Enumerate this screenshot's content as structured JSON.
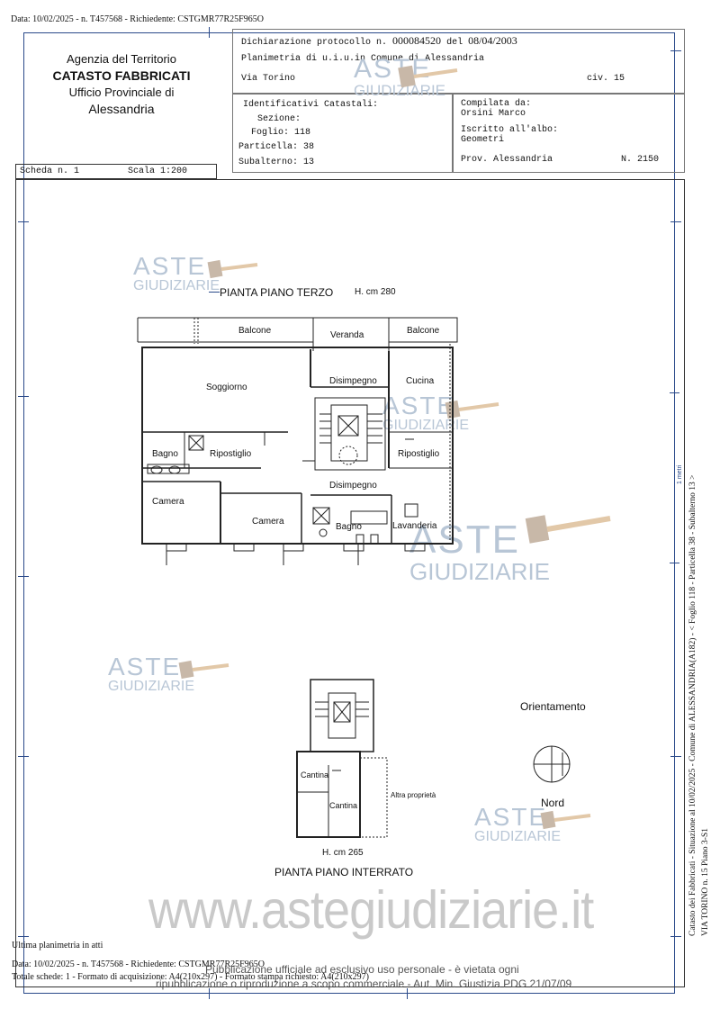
{
  "header": {
    "top_line": "Data: 10/02/2025 - n. T457568 - Richiedente: CSTGMR77R25F965O"
  },
  "agency": {
    "line1": "Agenzia del Territorio",
    "line2": "CATASTO FABBRICATI",
    "line3": "Ufficio Provinciale di",
    "line4": "Alessandria"
  },
  "declaration": {
    "protocol_label": "Dichiarazione protocollo n.",
    "protocol_number": "000084520",
    "date_label": "del",
    "date": "08/04/2003",
    "plan_line": "Planimetria di u.i.u.in Comune di Alessandria",
    "address": "Via Torino",
    "civic": "civ. 15"
  },
  "identifiers": {
    "title": "Identificativi Catastali:",
    "sezione": "Sezione:",
    "foglio": "Foglio: 118",
    "particella": "Particella: 38",
    "subalterno": "Subalterno: 13"
  },
  "compiler": {
    "label": "Compilata da:",
    "name": "Orsini Marco",
    "albo_label": "Iscritto all'albo:",
    "albo": "Geometri",
    "prov": "Prov. Alessandria",
    "number": "N. 2150"
  },
  "sheet": {
    "scheda": "Scheda n. 1",
    "scala": "Scala 1:200"
  },
  "plan_upper": {
    "title": "PIANTA PIANO TERZO",
    "height": "H. cm 280",
    "rooms": {
      "balcone1": "Balcone",
      "veranda": "Veranda",
      "balcone2": "Balcone",
      "soggiorno": "Soggiorno",
      "disimpegno1": "Disimpegno",
      "cucina": "Cucina",
      "bagno1": "Bagno",
      "ripostiglio1": "Ripostiglio",
      "ripostiglio2": "Ripostiglio",
      "disimpegno2": "Disimpegno",
      "camera1": "Camera",
      "camera2": "Camera",
      "bagno2": "Bagno",
      "lavanderia": "Lavanderia"
    }
  },
  "plan_lower": {
    "title": "PIANTA PIANO INTERRATO",
    "height": "H. cm 265",
    "rooms": {
      "cantina1": "Cantina",
      "cantina2": "Cantina",
      "altra": "Altra proprietà"
    }
  },
  "orientation": {
    "title": "Orientamento",
    "north": "Nord"
  },
  "side_text": {
    "line1": "Catasto dei Fabbricati - Situazione al 10/02/2025 - Comune di ALESSANDRIA(A182) - < Foglio 118 - Particella 38 - Subalterno 13 >",
    "line2": "VIA TORINO n. 15 Piano 3-S1",
    "ruler": "1 metri"
  },
  "footer": {
    "last_plan": "Ultima planimetria in atti",
    "line1": "Data: 10/02/2025 - n. T457568 - Richiedente: CSTGMR77R25F965O",
    "line2": "Totale schede: 1 - Formato di acquisizione: A4(210x297) - Formato stampa richiesto: A4(210x297)",
    "notice1": "Pubblicazione ufficiale ad esclusivo uso personale - è vietata ogni",
    "notice2": "ripubblicazione o riproduzione a scopo commerciale - Aut. Min. Giustizia PDG 21/07/09"
  },
  "watermark": {
    "aste": "ASTE",
    "giudiziarie": "GIUDIZIARIE",
    "url": "www.astegiudiziarie.it"
  },
  "colors": {
    "frame_blue": "#2a4a8a",
    "watermark": "#b8c6d6"
  }
}
